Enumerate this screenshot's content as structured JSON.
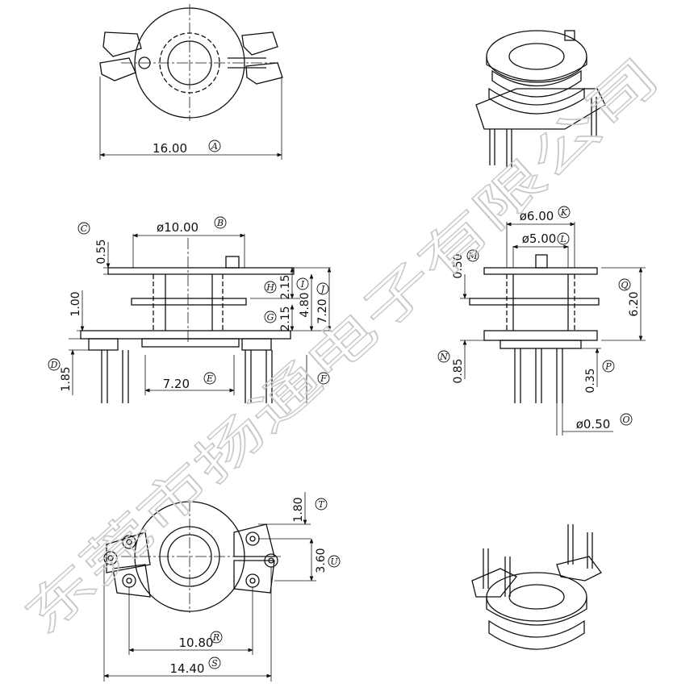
{
  "dimensions": {
    "A": "16.00",
    "B": "ø10.00",
    "C": "0.55",
    "D": "1.85",
    "D2": "1.00",
    "E": "7.20",
    "H": "2.15",
    "G": "2.15",
    "I": "4.80",
    "J": "7.20",
    "K": "ø6.00",
    "L": "ø5.00",
    "M": "0.50",
    "Q": "6.20",
    "N": "0.85",
    "P": "0.35",
    "O": "ø0.50",
    "T": "1.80",
    "U": "3.60",
    "R": "10.80",
    "S": "14.40"
  },
  "labels": {
    "A": "A",
    "B": "B",
    "C": "C",
    "D": "D",
    "E": "E",
    "F": "F",
    "G": "G",
    "H": "H",
    "I": "I",
    "J": "J",
    "K": "K",
    "L": "L",
    "M": "M",
    "N": "N",
    "O": "O",
    "P": "P",
    "Q": "Q",
    "R": "R",
    "S": "S",
    "T": "T",
    "U": "U"
  },
  "watermark": "东莞市扬通电子有限公司",
  "colors": {
    "line": "#111111",
    "watermark": "#c9c9c9"
  }
}
